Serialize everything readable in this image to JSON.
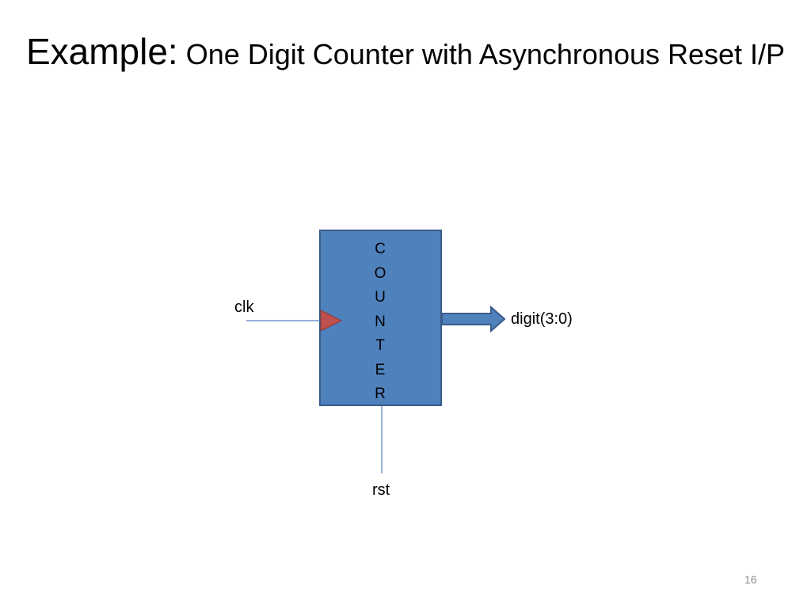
{
  "slide": {
    "title_lead": "Example:",
    "title_rest": " One Digit Counter with Asynchronous Reset I/P",
    "page_number": "16"
  },
  "diagram": {
    "block_letters": [
      "C",
      "O",
      "U",
      "N",
      "T",
      "E",
      "R"
    ],
    "clock_label": "clk",
    "output_label": "digit(3:0)",
    "reset_label": "rst",
    "colors": {
      "block_fill": "#4f81bd",
      "block_border": "#385d8a",
      "clock_marker": "#c0504d",
      "wire": "#4f81bd"
    }
  }
}
